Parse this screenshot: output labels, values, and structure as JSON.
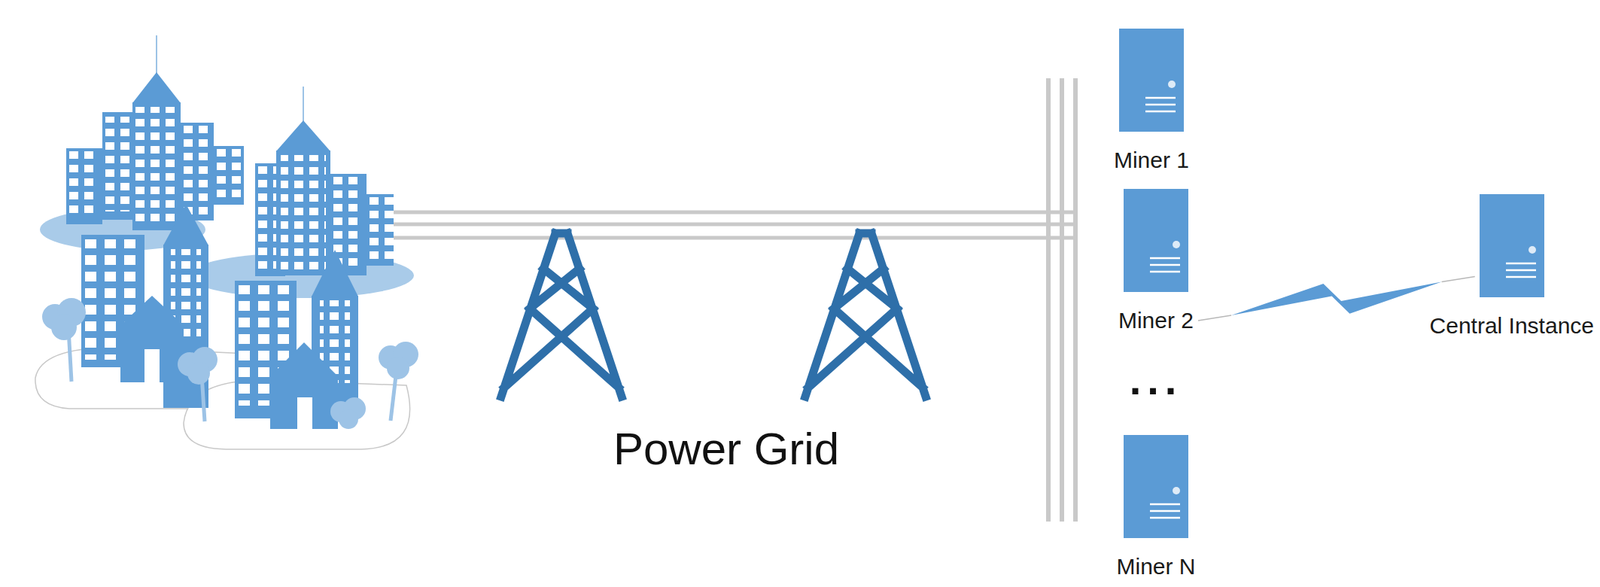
{
  "diagram": {
    "nodes": [
      {
        "text": [
          "Miner 1"
        ]
      },
      {
        "text": [
          "Miner 2"
        ]
      },
      {
        "text": [
          "Miner N"
        ]
      },
      {
        "text": [
          "Central Instance"
        ]
      }
    ],
    "edges": [
      {
        "from": 1,
        "to": 3,
        "arrow": "none"
      }
    ],
    "labels": [
      "Power Grid",
      "..."
    ]
  }
}
